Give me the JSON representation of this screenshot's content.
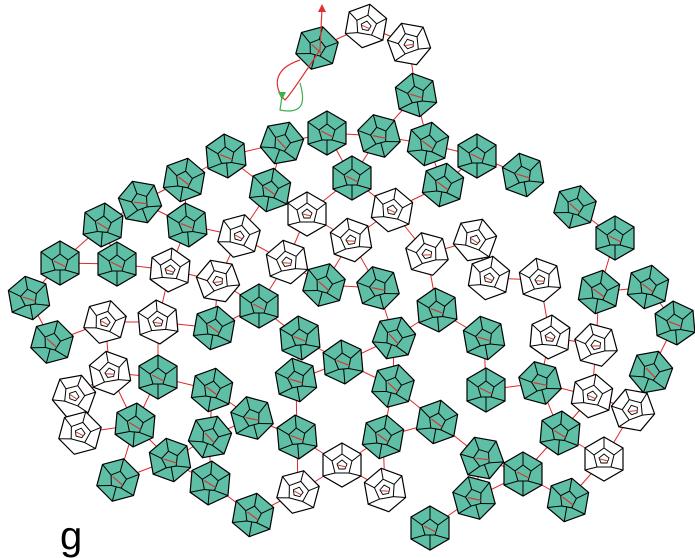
{
  "figure": {
    "panel_label": "g",
    "colors": {
      "filled_face": "#5fbfa6",
      "empty_face": "#ffffff",
      "outline": "#000000",
      "bond": "#e0282a",
      "inner_bond": "#d23a2e",
      "arrow_red": "#e03030",
      "arrow_green": "#3cb04b"
    },
    "legend": [],
    "cage_style_count": {
      "filled": 55,
      "open": 24
    }
  }
}
